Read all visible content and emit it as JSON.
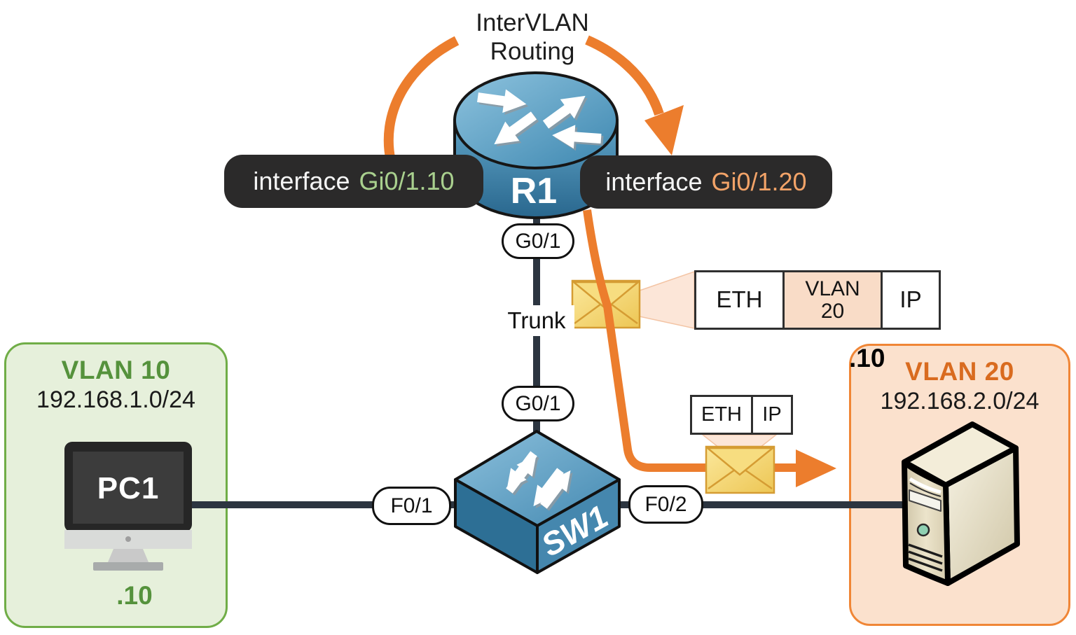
{
  "title": {
    "line1": "InterVLAN",
    "line2": "Routing"
  },
  "router": {
    "name": "R1",
    "port": "G0/1"
  },
  "switch": {
    "name": "SW1",
    "uplink_port": "G0/1",
    "access_port_left": "F0/1",
    "access_port_right": "F0/2"
  },
  "trunk_label": "Trunk",
  "subinterfaces": {
    "vlan10": {
      "keyword": "interface",
      "id": "Gi0/1.10"
    },
    "vlan20": {
      "keyword": "interface",
      "id": "Gi0/1.20"
    }
  },
  "frames": {
    "tagged": {
      "eth": "ETH",
      "vlan_line1": "VLAN",
      "vlan_line2": "20",
      "ip": "IP"
    },
    "untagged": {
      "eth": "ETH",
      "ip": "IP"
    }
  },
  "vlan10": {
    "title": "VLAN 10",
    "subnet": "192.168.1.0/24",
    "device": "PC1",
    "host": ".10"
  },
  "vlan20": {
    "title": "VLAN 20",
    "subnet": "192.168.2.0/24",
    "host": ".10"
  },
  "colors": {
    "accent_orange": "#ec7d2d",
    "green_border": "#70ad47",
    "green_text": "#55923c",
    "light_green_value": "#a9d08e",
    "light_orange_value": "#f2a368",
    "dark_pill": "#2b2a2a",
    "link_dark": "#2c3540",
    "vlan20_fill": "#fbe1cd",
    "vlan10_fill": "#e6f0db",
    "frame_vlan_cell": "#f9dcc7",
    "envelope_yellow": "#f3d573"
  }
}
